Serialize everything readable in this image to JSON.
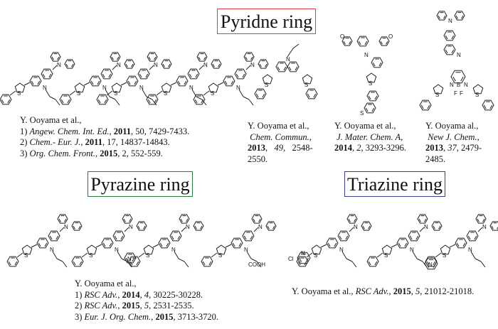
{
  "sections": {
    "pyridine": "Pyridne ring",
    "pyrazine": "Pyrazine ring",
    "triazine": "Triazine ring"
  },
  "references": {
    "pyridine_main": {
      "authors": "Y. Ooyama et al.,",
      "items": [
        {
          "num": "1) ",
          "journal": "Angew. Chem. Int. Ed.",
          "sep": ", ",
          "year": "2011",
          "rest": ", 50, 7429-7433."
        },
        {
          "num": "2) ",
          "journal": "Chem.- Eur. J.",
          "sep": ", ",
          "year": "2011",
          "rest": ", 17, 14837-14843."
        },
        {
          "num": "3) ",
          "journal": "Org. Chem. Front.",
          "sep": ", ",
          "year": "2015",
          "rest": ", 2, 552-559."
        }
      ]
    },
    "pyridine_2": {
      "authors": "Y. Ooyama et al.,",
      "journal": "Chem. Commun.",
      "year": "2013",
      "volume": "49",
      "pages": "2548-2550."
    },
    "pyridine_3": {
      "authors": "Y. Ooyama et al.,",
      "journal": "J. Mater. Chem. A",
      "year": "2014",
      "volume": "2",
      "pages": "3293-3296."
    },
    "pyridine_4": {
      "authors": "Y. Ooyama al.,",
      "journal": "New J. Chem.",
      "year": "2013",
      "volume": "37",
      "pages": "2479-2485."
    },
    "pyrazine": {
      "authors": "Y. Ooyama et al.,",
      "items": [
        {
          "num": "1) ",
          "journal": "RSC Adv.",
          "year": "2014",
          "volume": "4",
          "pages": "30225-30228."
        },
        {
          "num": "2) ",
          "journal": "RSC Adv.",
          "year": "2015",
          "volume": "5",
          "pages": "2531-2535."
        },
        {
          "num": "3) ",
          "journal": "Eur. J. Org. Chem.",
          "year": "2015",
          "pages": "3713-3720."
        }
      ]
    },
    "triazine": {
      "authors": "Y. Ooyama et al.,",
      "journal": "RSC Adv.",
      "year": "2015",
      "volume": "5",
      "pages": "21012-21018."
    }
  },
  "atom_labels": {
    "N": "N",
    "S": "S",
    "O": "O",
    "B": "B",
    "F": "F",
    "Cl": "Cl",
    "COOH": "COOH"
  }
}
